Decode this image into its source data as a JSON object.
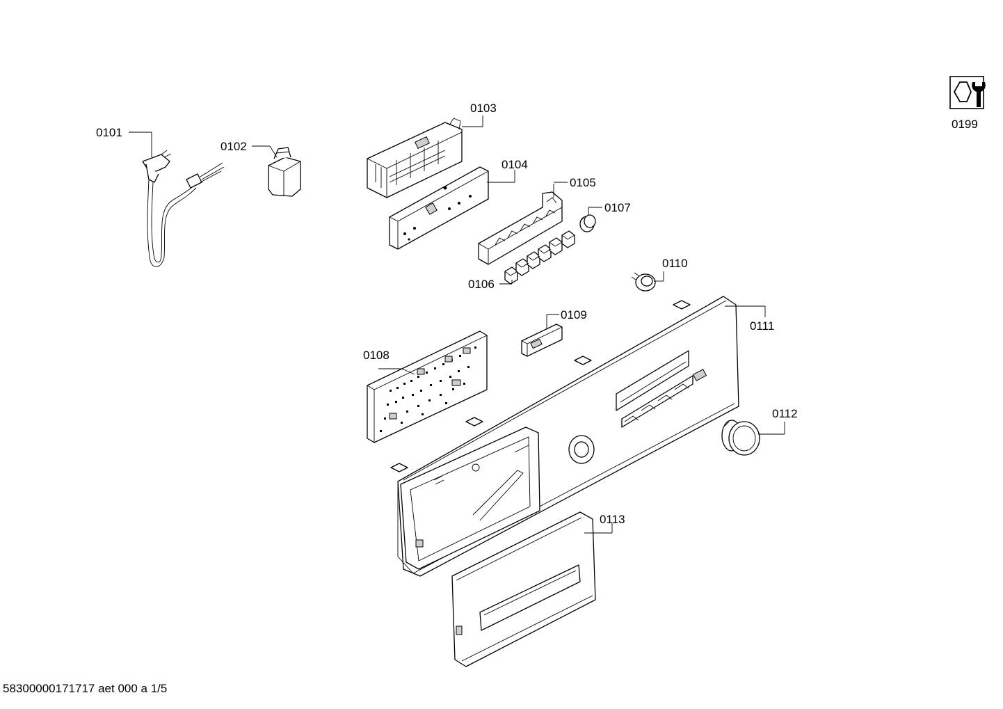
{
  "labels": {
    "p0101": "0101",
    "p0102": "0102",
    "p0103": "0103",
    "p0104": "0104",
    "p0105": "0105",
    "p0106": "0106",
    "p0107": "0107",
    "p0108": "0108",
    "p0109": "0109",
    "p0110": "0110",
    "p0111": "0111",
    "p0112": "0112",
    "p0113": "0113",
    "p0199": "0199"
  },
  "footer": "58300000171717 aet 000 a 1/5",
  "icons": {
    "service": "wrench-nut-icon"
  }
}
